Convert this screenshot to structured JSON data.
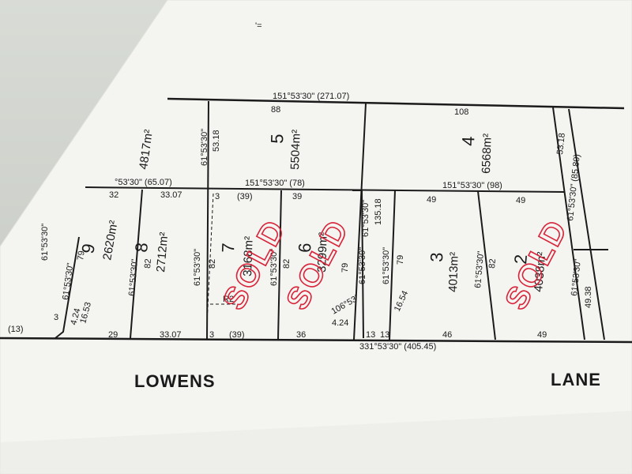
{
  "plan": {
    "top_bearing": "151°53'30\" (271.07)",
    "mid_bearing_left": "°53'30\" (65.07)",
    "mid_bearing_center": "151°53'30\" (78)",
    "mid_bearing_right": "151°53'30\" (98)",
    "bottom_bearing": "331°53'30\" (405.45)",
    "road_left": "LOWENS",
    "road_right": "LANE",
    "sold_label": "SOLD",
    "lots": [
      {
        "number": "9",
        "area": "2620m²"
      },
      {
        "number": "8",
        "area": "2712m²"
      },
      {
        "number": "7",
        "area": "3168m²"
      },
      {
        "number": "6",
        "area": "3299m²"
      },
      {
        "number": "3",
        "area": "4013m²"
      },
      {
        "number": "2",
        "area": "4038m²"
      },
      {
        "number": "5",
        "area": "5504m²"
      },
      {
        "number": "4",
        "area": "6568m²"
      },
      {
        "number": "",
        "area": "4817m²"
      }
    ],
    "dims": {
      "top_88": "88",
      "top_108": "108",
      "d32": "32",
      "d33a": "33.07",
      "d3a": "3",
      "d39a": "(39)",
      "d39b": "39",
      "d49a": "49",
      "d49b": "49",
      "b29": "29",
      "b33": "33.07",
      "b3": "3",
      "b39": "(39)",
      "b36": "36",
      "b13a": "13",
      "b13b": "13",
      "b46": "46",
      "b49": "49",
      "b13c": "(13)",
      "ang1": "61°53'30\"",
      "ang2": "61°53'30\"",
      "ang3": "61°53'30\"",
      "ang4": "61°53'30\"",
      "ang5": "61°53'30\"",
      "ang6": "61°53'30\"",
      "ang7": "61°53'30\"",
      "ang8": "61°53'30\"",
      "ang9": "61°53'30\" (85.80)",
      "ang10": "61°53'30\"",
      "ang11": "61°53'30\"",
      "ang12": "61°53'30\"",
      "v5318a": "53.18",
      "v5318b": "53.18",
      "v13518": "135.18",
      "v79a": "79",
      "v82a": "82",
      "v82b": "82",
      "v82c": "82",
      "v79b": "79",
      "v79c": "79",
      "v82d": "82",
      "v4938": "49.38",
      "v1653": "16.53",
      "v424a": "4.24",
      "v424b": "4.24",
      "v1654": "16.54",
      "ang106": "106°53'",
      "r2": "R2",
      "stray": "'="
    }
  }
}
